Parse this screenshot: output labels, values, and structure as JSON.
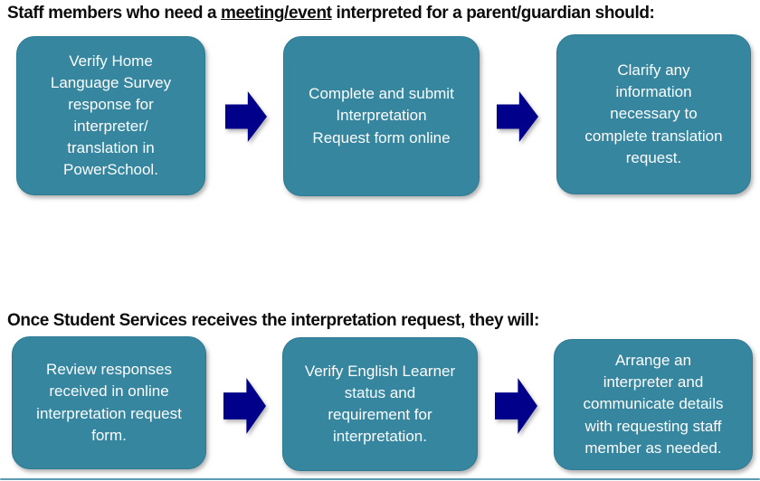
{
  "colors": {
    "box_fill": "#3786A0",
    "box_border": "#2c7a94",
    "box_text": "#fbfdfd",
    "arrow_fill": "#00008B",
    "heading_text": "#0c0c0c",
    "bottom_strip": "#5d9cb0"
  },
  "section1": {
    "heading": {
      "prefix": "Staff members who need a ",
      "underlined": "meeting/event",
      "suffix": " interpreted for a parent/guardian should:"
    },
    "steps": [
      "Verify Home\nLanguage Survey\nresponse for\ninterpreter/\ntranslation in\nPowerSchool.",
      "Complete and submit\nInterpretation\nRequest form online",
      "Clarify any\ninformation\nnecessary to\ncomplete translation\nrequest."
    ]
  },
  "section2": {
    "heading": "Once Student Services receives the interpretation request, they will:",
    "steps": [
      "Review responses\nreceived in online\ninterpretation request\nform.",
      "Verify English Learner\nstatus and\nrequirement for\ninterpretation.",
      "Arrange an\ninterpreter and\ncommunicate details\nwith requesting staff\nmember as needed."
    ]
  }
}
